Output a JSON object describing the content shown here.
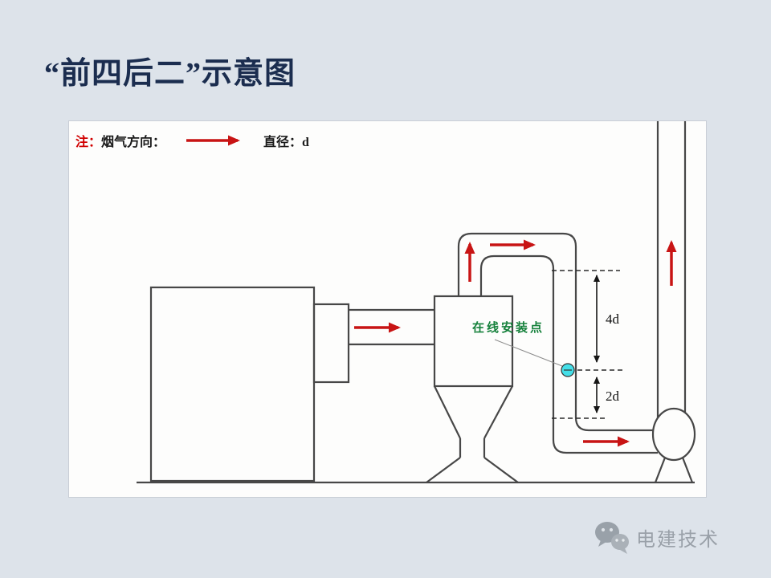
{
  "slide": {
    "title": "“前四后二”示意图"
  },
  "legend": {
    "note": "注：",
    "flow_direction": "烟气方向：",
    "diameter": "直径：d"
  },
  "diagram": {
    "installation_point": "在线安装点",
    "dim_top": "4d",
    "dim_bottom": "2d"
  },
  "footer": {
    "brand": "电建技术"
  },
  "colors": {
    "slide_background": "#dde3ea",
    "title_text": "#1b2d4f",
    "flow_arrow_red": "#c81414",
    "installation_label_green": "#16813c",
    "installation_point_cyan": "#44dfe8",
    "sketch_line": "#474747",
    "watermark_gray": "#9aa1a9"
  }
}
